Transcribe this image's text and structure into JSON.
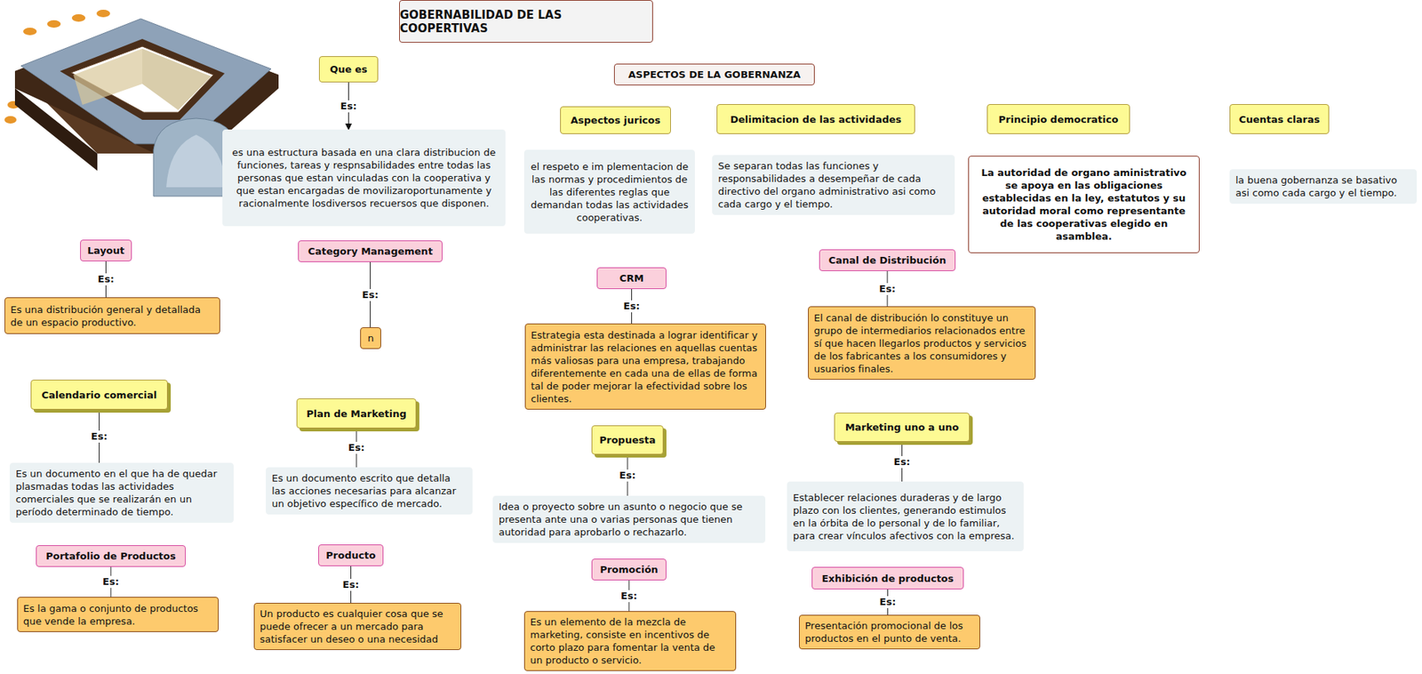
{
  "diagram": {
    "title": "GOBERNABILIDAD DE LAS COOPERTIVAS",
    "nodes": [
      {
        "text": [
          "Que es"
        ]
      },
      {
        "text": [
          "es una estructura basada en una clara distribucion de funciones, tareas y respnsabilidades entre todas las personas que estan vinculadas con la cooperativa y que estan encargadas de movilizaroportunamente y racionalmente losdiversos recuersos que disponen."
        ]
      },
      {
        "text": [
          "ASPECTOS DE LA GOBERNANZA"
        ]
      },
      {
        "text": [
          "Aspectos juricos"
        ]
      },
      {
        "text": [
          "el respeto e im plementacion de las normas y procedimientos de las diferentes reglas que demandan todas las actividades cooperativas."
        ]
      },
      {
        "text": [
          "Delimitacion de las actividades"
        ]
      },
      {
        "text": [
          "Se separan todas las funciones y responsabilidades a desempeñar de cada directivo del organo administrativo asi como cada cargo y el tiempo."
        ]
      },
      {
        "text": [
          "Principio democratico"
        ]
      },
      {
        "text": [
          "La autoridad de organo aministrativo se apoya en las obligaciones establecidas en la ley, estatutos y su autoridad moral como representante de las cooperativas elegido en asamblea."
        ]
      },
      {
        "text": [
          "Cuentas claras"
        ]
      },
      {
        "text": [
          "la buena gobernanza se basativo asi como cada cargo y el tiempo."
        ]
      },
      {
        "text": [
          "Layout"
        ]
      },
      {
        "text": [
          "Es una distribución general y detallada de un espacio productivo."
        ]
      },
      {
        "text": [
          "Category Management"
        ]
      },
      {
        "text": [
          "n"
        ]
      },
      {
        "text": [
          "CRM"
        ]
      },
      {
        "text": [
          "Estrategia esta destinada a lograr identificar y administrar las relaciones en aquellas cuentas más valiosas para una empresa, trabajando diferentemente en cada una de ellas de forma tal de poder mejorar la efectividad sobre los clientes."
        ]
      },
      {
        "text": [
          "Canal de Distribución"
        ]
      },
      {
        "text": [
          "El canal de distribución lo constituye un grupo de intermediarios relacionados entre sí que hacen llegarlos productos y servicios de los fabricantes a los consumidores y usuarios finales."
        ]
      },
      {
        "text": [
          "Calendario comercial"
        ]
      },
      {
        "text": [
          "Es un documento en el que ha de quedar plasmadas todas las actividades comerciales que se realizarán en un período determinado de tiempo."
        ]
      },
      {
        "text": [
          "Plan de Marketing"
        ]
      },
      {
        "text": [
          "Es un documento escrito que detalla las acciones necesarias para alcanzar un objetivo específico de mercado."
        ]
      },
      {
        "text": [
          "Propuesta"
        ]
      },
      {
        "text": [
          "Idea o proyecto sobre un asunto o negocio que se presenta ante una o varias personas que tienen autoridad para aprobarlo o rechazarlo."
        ]
      },
      {
        "text": [
          "Marketing uno a uno"
        ]
      },
      {
        "text": [
          "Establecer relaciones duraderas y de largo plazo con los clientes, generando estimulos en la órbita de lo personal y de lo familiar, para crear vínculos afectivos con la empresa."
        ]
      },
      {
        "text": [
          "Portafolio de Productos"
        ]
      },
      {
        "text": [
          "Es la gama o conjunto de productos que vende la empresa."
        ]
      },
      {
        "text": [
          "Producto"
        ]
      },
      {
        "text": [
          "Un producto es cualquier cosa que se puede ofrecer a un mercado para satisfacer un deseo o una necesidad"
        ]
      },
      {
        "text": [
          "Promoción"
        ]
      },
      {
        "text": [
          "Es un elemento de la mezcla de marketing, consiste en incentivos de corto plazo para fomentar la venta de un producto o servicio."
        ]
      },
      {
        "text": [
          "Exhibición de productos"
        ]
      },
      {
        "text": [
          "Presentación promocional de los productos en el punto de venta."
        ]
      }
    ],
    "edges": [
      {
        "from": 0,
        "to": 1,
        "arrow": "to",
        "label": "Es:"
      },
      {
        "from": 11,
        "to": 12,
        "arrow": "none",
        "label": "Es:"
      },
      {
        "from": 13,
        "to": 14,
        "arrow": "none",
        "label": "Es:"
      },
      {
        "from": 15,
        "to": 16,
        "arrow": "none",
        "label": "Es:"
      },
      {
        "from": 17,
        "to": 18,
        "arrow": "none",
        "label": "Es:"
      },
      {
        "from": 19,
        "to": 20,
        "arrow": "none",
        "label": "Es:"
      },
      {
        "from": 21,
        "to": 22,
        "arrow": "none",
        "label": "Es:"
      },
      {
        "from": 23,
        "to": 24,
        "arrow": "none",
        "label": "Es:"
      },
      {
        "from": 25,
        "to": 26,
        "arrow": "none",
        "label": "Es:"
      },
      {
        "from": 27,
        "to": 28,
        "arrow": "none",
        "label": "Es:"
      },
      {
        "from": 29,
        "to": 30,
        "arrow": "none",
        "label": "Es:"
      },
      {
        "from": 31,
        "to": 32,
        "arrow": "none",
        "label": "Es:"
      },
      {
        "from": 33,
        "to": 34,
        "arrow": "none",
        "label": "Es:"
      }
    ]
  }
}
